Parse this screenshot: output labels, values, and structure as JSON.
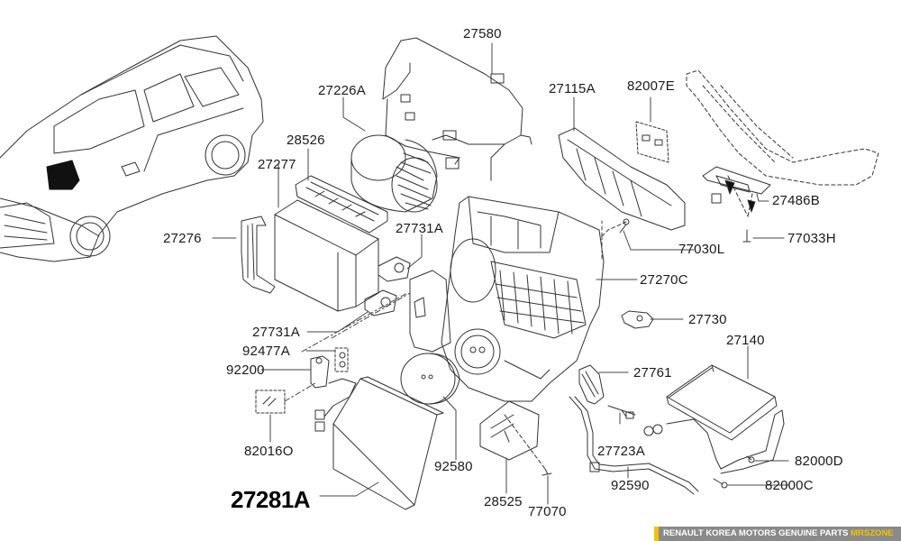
{
  "diagram": {
    "title": "Heater & Blower Assembly",
    "callouts": [
      {
        "id": "27580",
        "label": "27580"
      },
      {
        "id": "27226A",
        "label": "27226A"
      },
      {
        "id": "28526",
        "label": "28526"
      },
      {
        "id": "27277",
        "label": "27277"
      },
      {
        "id": "27115A",
        "label": "27115A"
      },
      {
        "id": "82007E",
        "label": "82007E"
      },
      {
        "id": "27486B",
        "label": "27486B"
      },
      {
        "id": "77033H",
        "label": "77033H"
      },
      {
        "id": "77030L",
        "label": "77030L"
      },
      {
        "id": "27276",
        "label": "27276"
      },
      {
        "id": "27731A-upper",
        "label": "27731A"
      },
      {
        "id": "27270C",
        "label": "27270C"
      },
      {
        "id": "27731A-lower",
        "label": "27731A"
      },
      {
        "id": "27730",
        "label": "27730"
      },
      {
        "id": "92477A",
        "label": "92477A"
      },
      {
        "id": "27140",
        "label": "27140"
      },
      {
        "id": "92200",
        "label": "92200"
      },
      {
        "id": "27761",
        "label": "27761"
      },
      {
        "id": "27723A",
        "label": "27723A"
      },
      {
        "id": "82016O",
        "label": "82016O"
      },
      {
        "id": "92580",
        "label": "92580"
      },
      {
        "id": "82000D",
        "label": "82000D"
      },
      {
        "id": "82000C",
        "label": "82000C"
      },
      {
        "id": "27281A",
        "label": "27281A",
        "highlighted": true
      },
      {
        "id": "28525",
        "label": "28525"
      },
      {
        "id": "77070",
        "label": "77070"
      },
      {
        "id": "92590",
        "label": "92590"
      }
    ]
  },
  "footer": {
    "text": "RENAULT KOREA MOTORS GENUINE PARTS",
    "brand": "MRSZONE"
  },
  "colors": {
    "line": "#333333",
    "footer_bg": "#8a8a8a",
    "accent": "#f2c200"
  }
}
